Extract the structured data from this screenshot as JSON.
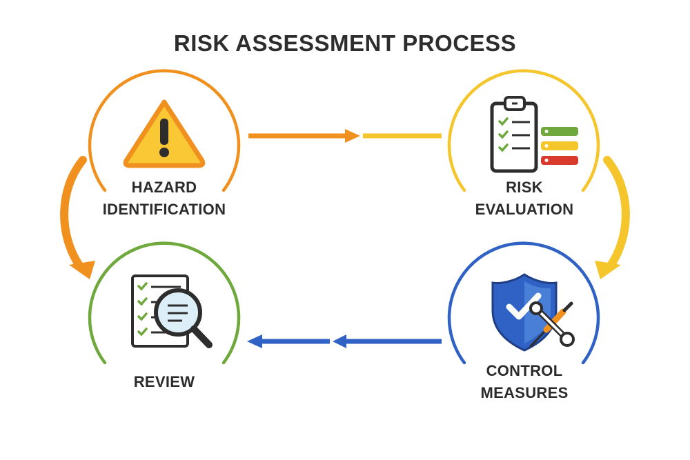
{
  "title": "RISK ASSESSMENT PROCESS",
  "steps": {
    "hazard": {
      "line1": "HAZARD",
      "line2": "IDENTIFICATION",
      "icon": "warning-triangle-icon",
      "color": "#F0901E"
    },
    "risk": {
      "line1": "RISK",
      "line2": "EVALUATION",
      "icon": "clipboard-checklist-icon",
      "color": "#F5C52C"
    },
    "control": {
      "line1": "CONTROL",
      "line2": "MEASURES",
      "icon": "shield-tools-icon",
      "color": "#2F62C4"
    },
    "review": {
      "line1": "REVIEW",
      "icon": "document-magnifier-icon",
      "color": "#6FA83C"
    }
  },
  "colors": {
    "orange": "#F0901E",
    "yellow": "#F5C52C",
    "blue": "#2F62C4",
    "green": "#6FA83C",
    "dark": "#2D2D2D"
  }
}
